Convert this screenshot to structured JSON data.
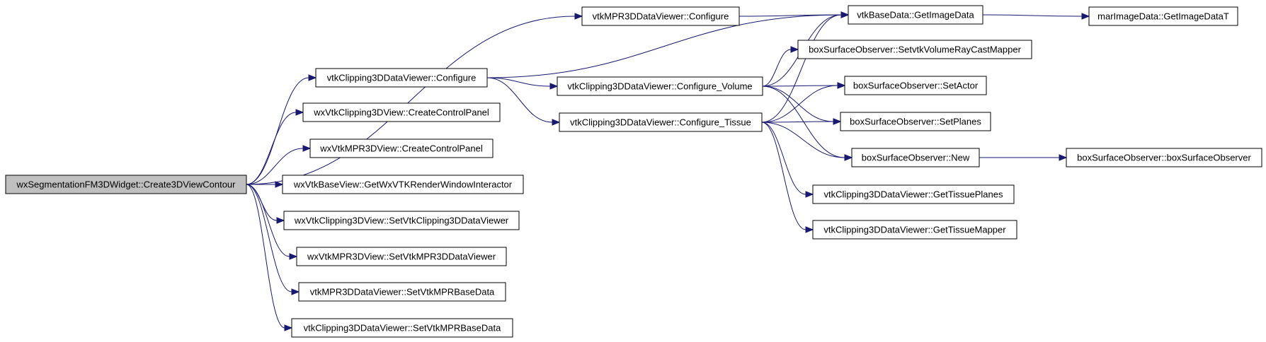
{
  "graph": {
    "nodes": [
      {
        "id": "root",
        "label": "wxSegmentationFM3DWidget::Create3DViewContour",
        "highlighted": true
      },
      {
        "id": "mprcfg",
        "label": "vtkMPR3DDataViewer::Configure"
      },
      {
        "id": "clipcfg",
        "label": "vtkClipping3DDataViewer::Configure"
      },
      {
        "id": "wxclipcp",
        "label": "wxVtkClipping3DView::CreateControlPanel"
      },
      {
        "id": "wxmprcp",
        "label": "wxVtkMPR3DView::CreateControlPanel"
      },
      {
        "id": "getrwi",
        "label": "wxVtkBaseView::GetWxVTKRenderWindowInteractor"
      },
      {
        "id": "setclipv",
        "label": "wxVtkClipping3DView::SetVtkClipping3DDataViewer"
      },
      {
        "id": "setmprv",
        "label": "wxVtkMPR3DView::SetVtkMPR3DDataViewer"
      },
      {
        "id": "mprsetbd",
        "label": "vtkMPR3DDataViewer::SetVtkMPRBaseData"
      },
      {
        "id": "clipsetbd",
        "label": "vtkClipping3DDataViewer::SetVtkMPRBaseData"
      },
      {
        "id": "cfgvol",
        "label": "vtkClipping3DDataViewer::Configure_Volume"
      },
      {
        "id": "cfgtis",
        "label": "vtkClipping3DDataViewer::Configure_Tissue"
      },
      {
        "id": "getimg",
        "label": "vtkBaseData::GetImageData"
      },
      {
        "id": "marimg",
        "label": "marImageData::GetImageDataT"
      },
      {
        "id": "setmapper",
        "label": "boxSurfaceObserver::SetvtkVolumeRayCastMapper"
      },
      {
        "id": "setactor",
        "label": "boxSurfaceObserver::SetActor"
      },
      {
        "id": "setplanes",
        "label": "boxSurfaceObserver::SetPlanes"
      },
      {
        "id": "bsonew",
        "label": "boxSurfaceObserver::New"
      },
      {
        "id": "bsoctor",
        "label": "boxSurfaceObserver::boxSurfaceObserver"
      },
      {
        "id": "gettplanes",
        "label": "vtkClipping3DDataViewer::GetTissuePlanes"
      },
      {
        "id": "gettmapper",
        "label": "vtkClipping3DDataViewer::GetTissueMapper"
      }
    ],
    "edges": [
      [
        "root",
        "mprcfg"
      ],
      [
        "root",
        "clipcfg"
      ],
      [
        "root",
        "wxclipcp"
      ],
      [
        "root",
        "wxmprcp"
      ],
      [
        "root",
        "getrwi"
      ],
      [
        "root",
        "setclipv"
      ],
      [
        "root",
        "setmprv"
      ],
      [
        "root",
        "mprsetbd"
      ],
      [
        "root",
        "clipsetbd"
      ],
      [
        "mprcfg",
        "getimg"
      ],
      [
        "clipcfg",
        "getimg"
      ],
      [
        "clipcfg",
        "cfgvol"
      ],
      [
        "clipcfg",
        "cfgtis"
      ],
      [
        "getimg",
        "marimg"
      ],
      [
        "cfgvol",
        "getimg"
      ],
      [
        "cfgvol",
        "setmapper"
      ],
      [
        "cfgvol",
        "setactor"
      ],
      [
        "cfgvol",
        "setplanes"
      ],
      [
        "cfgvol",
        "bsonew"
      ],
      [
        "cfgtis",
        "getimg"
      ],
      [
        "cfgtis",
        "setactor"
      ],
      [
        "cfgtis",
        "setplanes"
      ],
      [
        "cfgtis",
        "bsonew"
      ],
      [
        "cfgtis",
        "gettplanes"
      ],
      [
        "cfgtis",
        "gettmapper"
      ],
      [
        "bsonew",
        "bsoctor"
      ]
    ],
    "colors": {
      "edge": "#191970",
      "highlight_fill": "#bfbfbf",
      "node_fill": "#ffffff"
    }
  }
}
